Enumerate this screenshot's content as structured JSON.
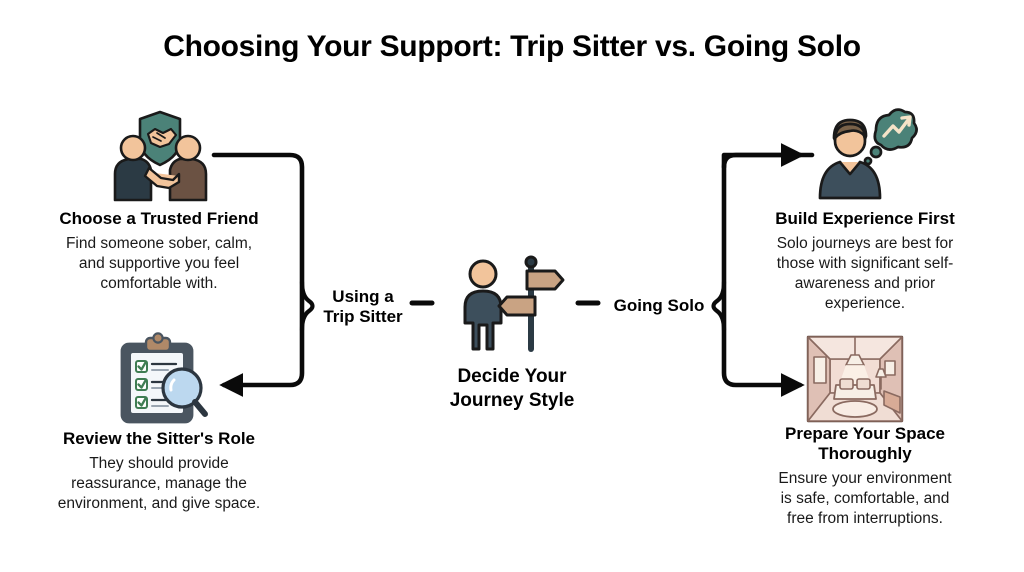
{
  "title": "Choosing Your Support: Trip Sitter vs. Going Solo",
  "center": {
    "label_line1": "Decide Your",
    "label_line2": "Journey Style",
    "icon": "person-signpost-icon"
  },
  "branches": {
    "left": {
      "label_line1": "Using a",
      "label_line2": "Trip Sitter"
    },
    "right": {
      "label_line1": "Going Solo",
      "label_line2": ""
    }
  },
  "nodes": {
    "left_top": {
      "title": "Choose a Trusted Friend",
      "desc_line1": "Find someone sober, calm,",
      "desc_line2": "and supportive you feel",
      "desc_line3": "comfortable with.",
      "icon": "handshake-shield-icon"
    },
    "left_bottom": {
      "title": "Review the Sitter's Role",
      "desc_line1": "They should provide",
      "desc_line2": "reassurance, manage the",
      "desc_line3": "environment, and give space.",
      "icon": "clipboard-checklist-magnifier-icon"
    },
    "right_top": {
      "title": "Build Experience First",
      "desc_line1": "Solo journeys are best for",
      "desc_line2": "those with significant self-",
      "desc_line3": "awareness and prior",
      "desc_line4": "experience.",
      "icon": "person-thought-bubble-growth-icon"
    },
    "right_bottom": {
      "title_line1": "Prepare Your Space",
      "title_line2": "Thoroughly",
      "desc_line1": "Ensure your environment",
      "desc_line2": "is safe, comfortable, and",
      "desc_line3": "free from interruptions.",
      "icon": "cozy-room-interior-icon"
    }
  },
  "colors": {
    "background": "#ffffff",
    "text": "#000000",
    "connector": "#0a0a0a",
    "teal": "#4b8278",
    "teal_dark": "#2f5a52",
    "slate": "#3d4f5c",
    "slate_dark": "#2b3a44",
    "brown": "#6b5243",
    "skin": "#f2c49b",
    "clipboard_body": "#e6eaef",
    "clipboard_frame": "#4a5560",
    "check_green": "#3f7d53",
    "magnifier_glass": "#bcd8ef",
    "room_wall": "#e8cfc6",
    "room_floor": "#f0ddd4",
    "room_accent": "#c99c8e",
    "signpost_wood": "#c9a383",
    "hair_brown": "#7a6249"
  }
}
